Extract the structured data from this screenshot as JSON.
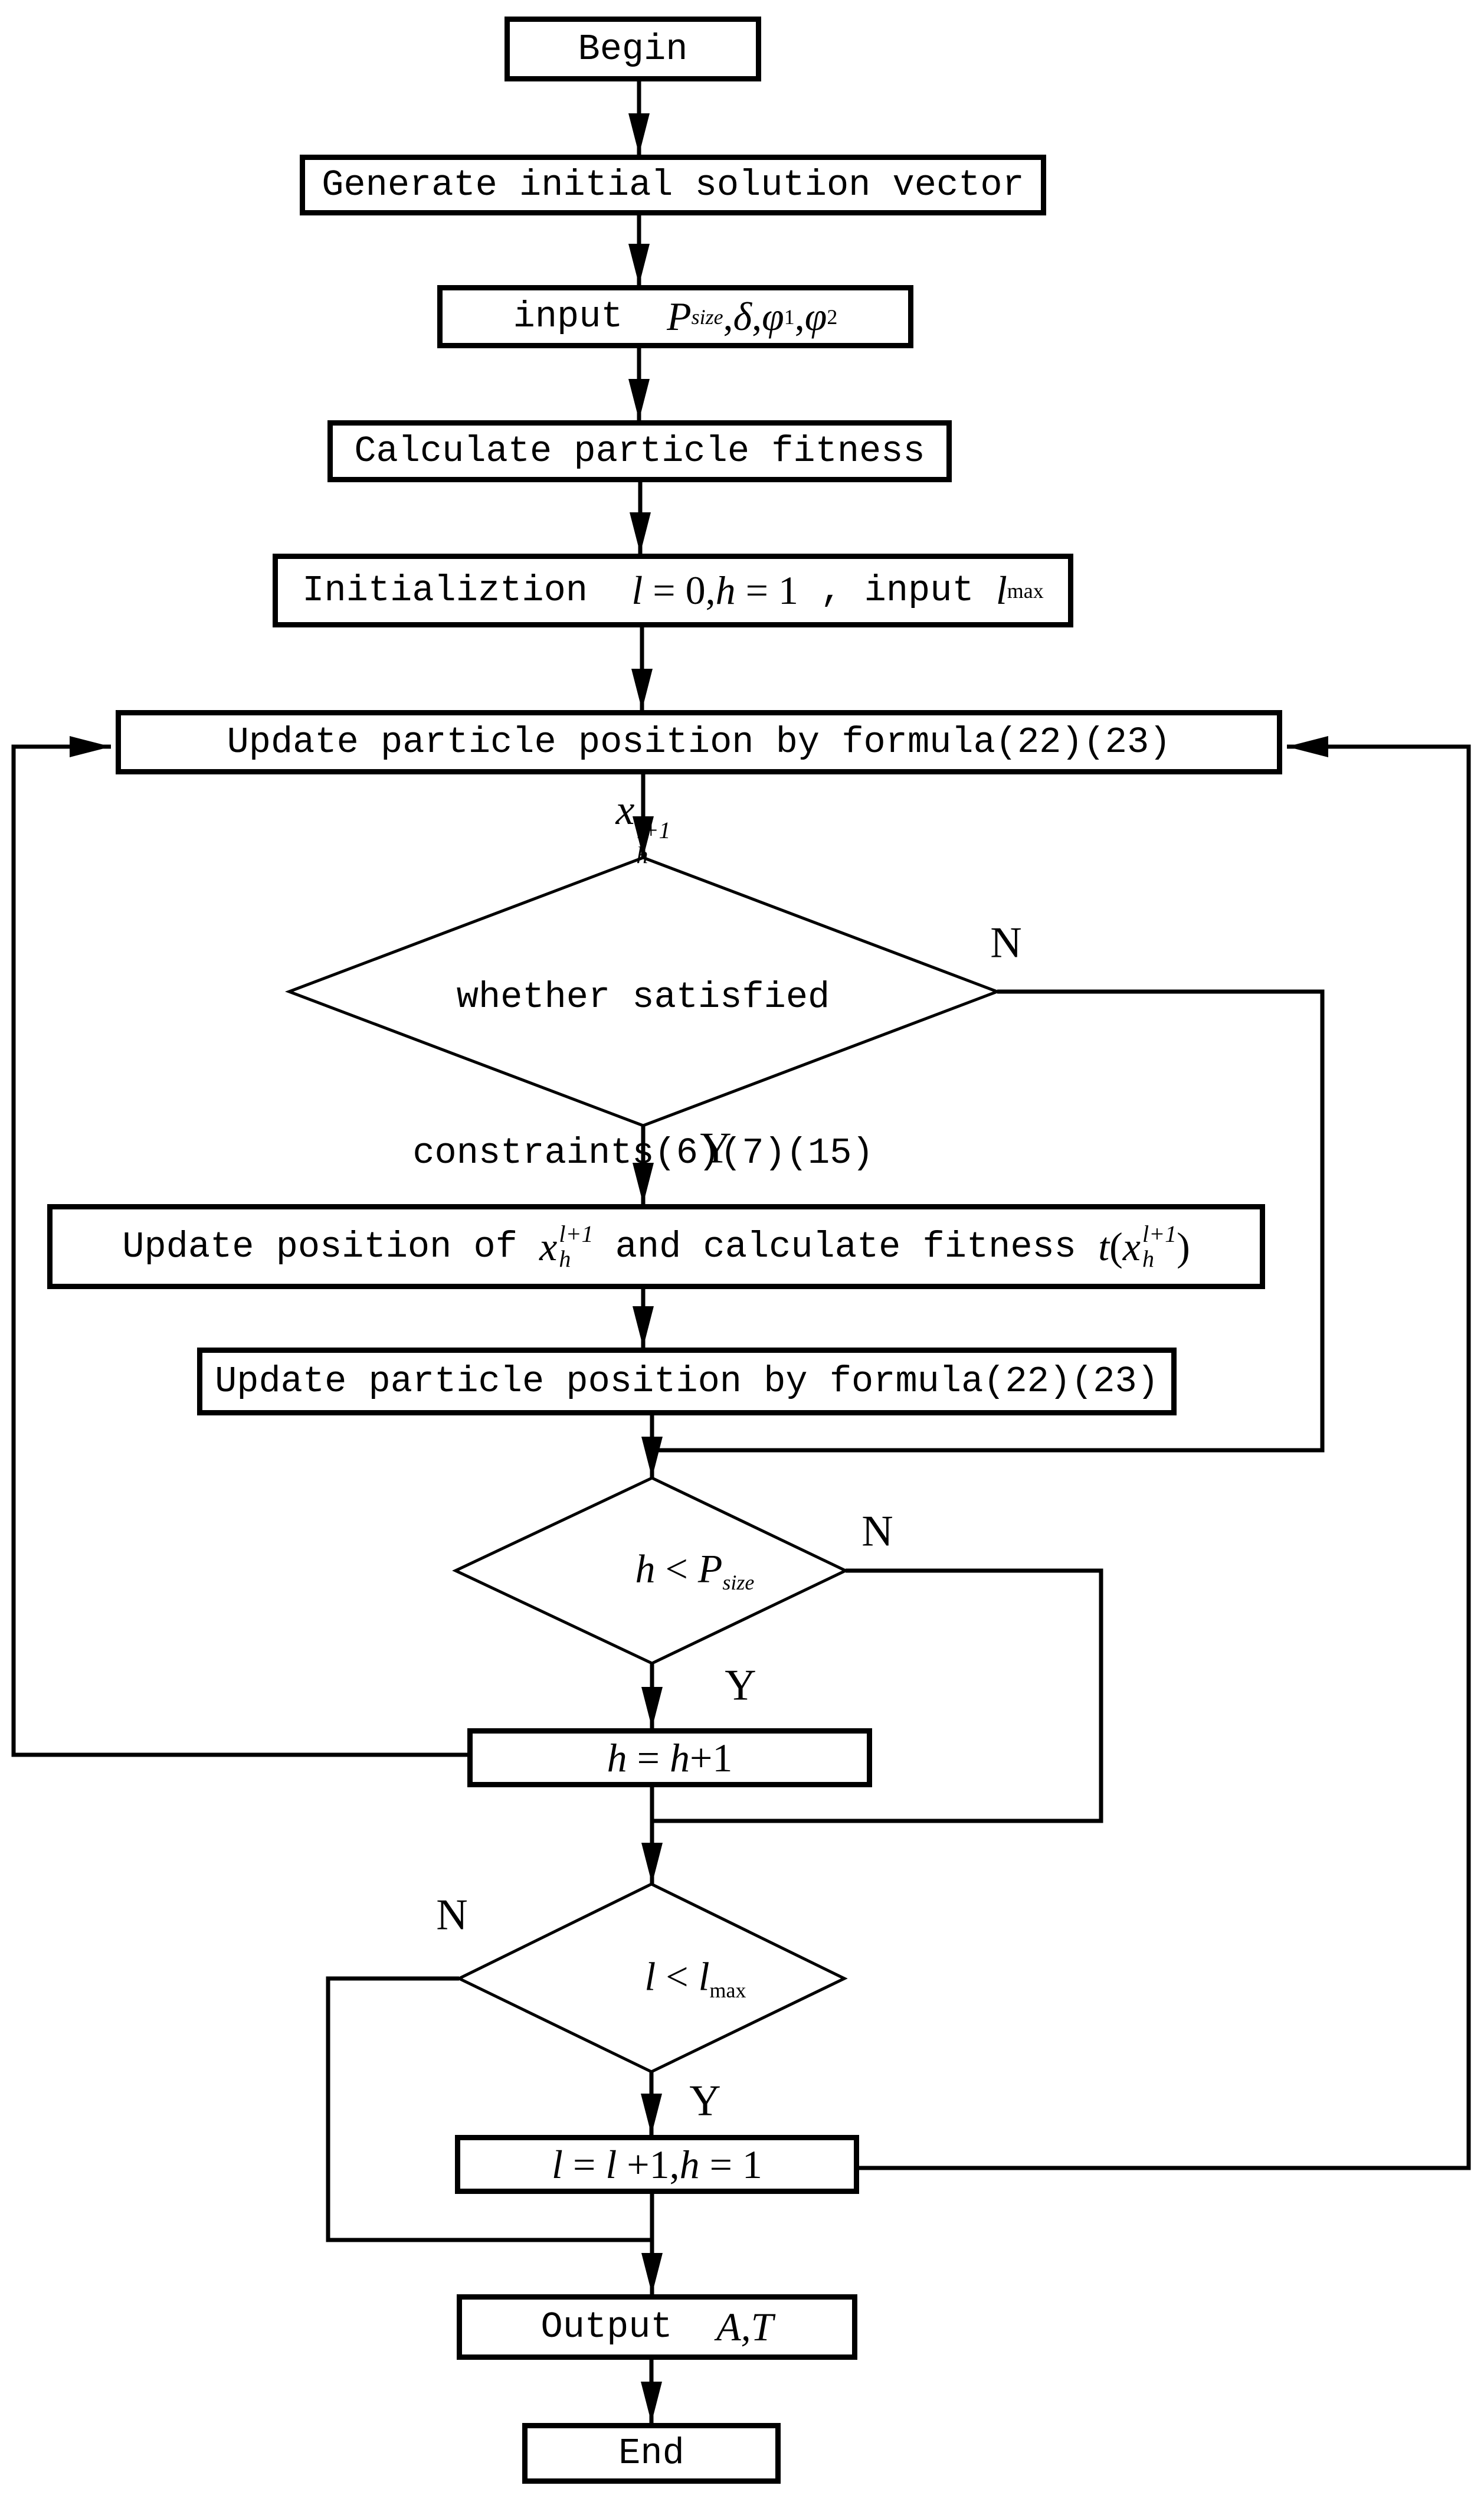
{
  "colors": {
    "ink": "#000000",
    "paper": "#ffffff"
  },
  "branches": {
    "yes": "Y",
    "no": "N"
  },
  "flow": {
    "begin": {
      "label": "Begin"
    },
    "generate": {
      "label": "Generate initial solution vector"
    },
    "input_params": {
      "keyword": "input  ",
      "P": "P",
      "P_sub": "size",
      "sep1": ",",
      "delta": "δ",
      "sep2": ",",
      "phi1": "φ",
      "phi1_sub": "1",
      "sep3": ",",
      "phi2": "φ",
      "phi2_sub": "2"
    },
    "calc_fitness": {
      "label": "Calculate particle fitness"
    },
    "init": {
      "keyword": "Initializtion  ",
      "l": "l",
      "eq1": " = 0,",
      "h": "h",
      "eq2": " = 1",
      "keyword2": " , input ",
      "l2": "l",
      "l2_sub": "max"
    },
    "update1": {
      "label": "Update particle position by formula(22)(23)"
    },
    "decision_constraints": {
      "x": "x",
      "x_sup": "l+1",
      "x_sub": "h",
      "line2": "whether satisfied",
      "line3": "constraints(6)(7)(15)"
    },
    "update_position": {
      "part1": "Update position of ",
      "x1": "x",
      "x1_sup": "l+1",
      "x1_sub": "h",
      "part2": " and calculate fitness ",
      "t": "t",
      "open": "(",
      "x2": "x",
      "x2_sup": "l+1",
      "x2_sub": "h",
      "close": ")"
    },
    "update2": {
      "label": "Update particle position by formula(22)(23)"
    },
    "decision_h": {
      "h": "h",
      "lt": " < ",
      "P": "P",
      "P_sub": "size"
    },
    "inc_h": {
      "h1": "h",
      "eq": " = ",
      "h2": "h",
      "plus": "+1"
    },
    "decision_l": {
      "l1": "l",
      "lt": " < ",
      "l2": "l",
      "l2_sub": "max"
    },
    "inc_l": {
      "l1": "l",
      "eq1": " = ",
      "l2": "l",
      "plus": " +1,",
      "h": "h",
      "eq2": " = 1"
    },
    "output": {
      "keyword": "Output  ",
      "vars": "A,T"
    },
    "end": {
      "label": "End"
    }
  }
}
